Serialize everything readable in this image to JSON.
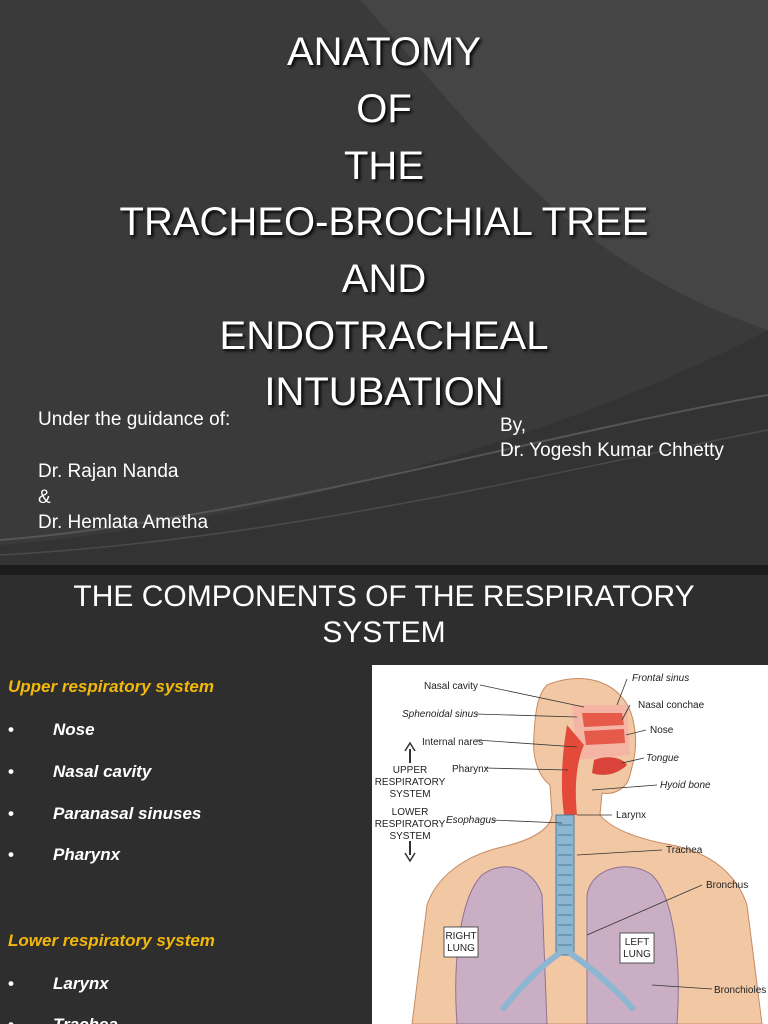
{
  "slide1": {
    "title_lines": [
      "ANATOMY",
      "OF",
      "THE",
      "TRACHEO-BROCHIAL TREE",
      "AND",
      "ENDOTRACHEAL",
      "INTUBATION"
    ],
    "guidance_heading": "Under the guidance of:",
    "guide_1": "Dr. Rajan Nanda",
    "ampersand": "&",
    "guide_2": "Dr. Hemlata Ametha",
    "by_label": "By,",
    "author": "Dr. Yogesh Kumar Chhetty"
  },
  "slide2": {
    "title": "THE COMPONENTS OF THE RESPIRATORY SYSTEM",
    "upper_heading": "Upper respiratory system",
    "upper_items": [
      "Nose",
      "Nasal cavity",
      "Paranasal sinuses",
      "Pharynx"
    ],
    "lower_heading": "Lower respiratory system",
    "lower_items": [
      "Larynx",
      "Trachea"
    ],
    "bullet_glyph": "•",
    "figure_labels": {
      "nasal_cavity": "Nasal cavity",
      "sphenoidal_sinus": "Sphenoidal sinus",
      "internal_nares": "Internal nares",
      "upper_system": [
        "UPPER",
        "RESPIRATORY",
        "SYSTEM"
      ],
      "lower_system": [
        "LOWER",
        "RESPIRATORY",
        "SYSTEM"
      ],
      "pharynx": "Pharynx",
      "esophagus": "Esophagus",
      "frontal_sinus": "Frontal sinus",
      "nasal_conchae": "Nasal conchae",
      "nose": "Nose",
      "tongue": "Tongue",
      "hyoid_bone": "Hyoid bone",
      "larynx": "Larynx",
      "trachea": "Trachea",
      "bronchus": "Bronchus",
      "right_lung": [
        "RIGHT",
        "LUNG"
      ],
      "left_lung": [
        "LEFT",
        "LUNG"
      ],
      "bronchioles": "Bronchioles"
    }
  },
  "colors": {
    "slide_background": "#3a3a3a",
    "heading_accent": "#f3b80c",
    "text": "#ffffff"
  }
}
